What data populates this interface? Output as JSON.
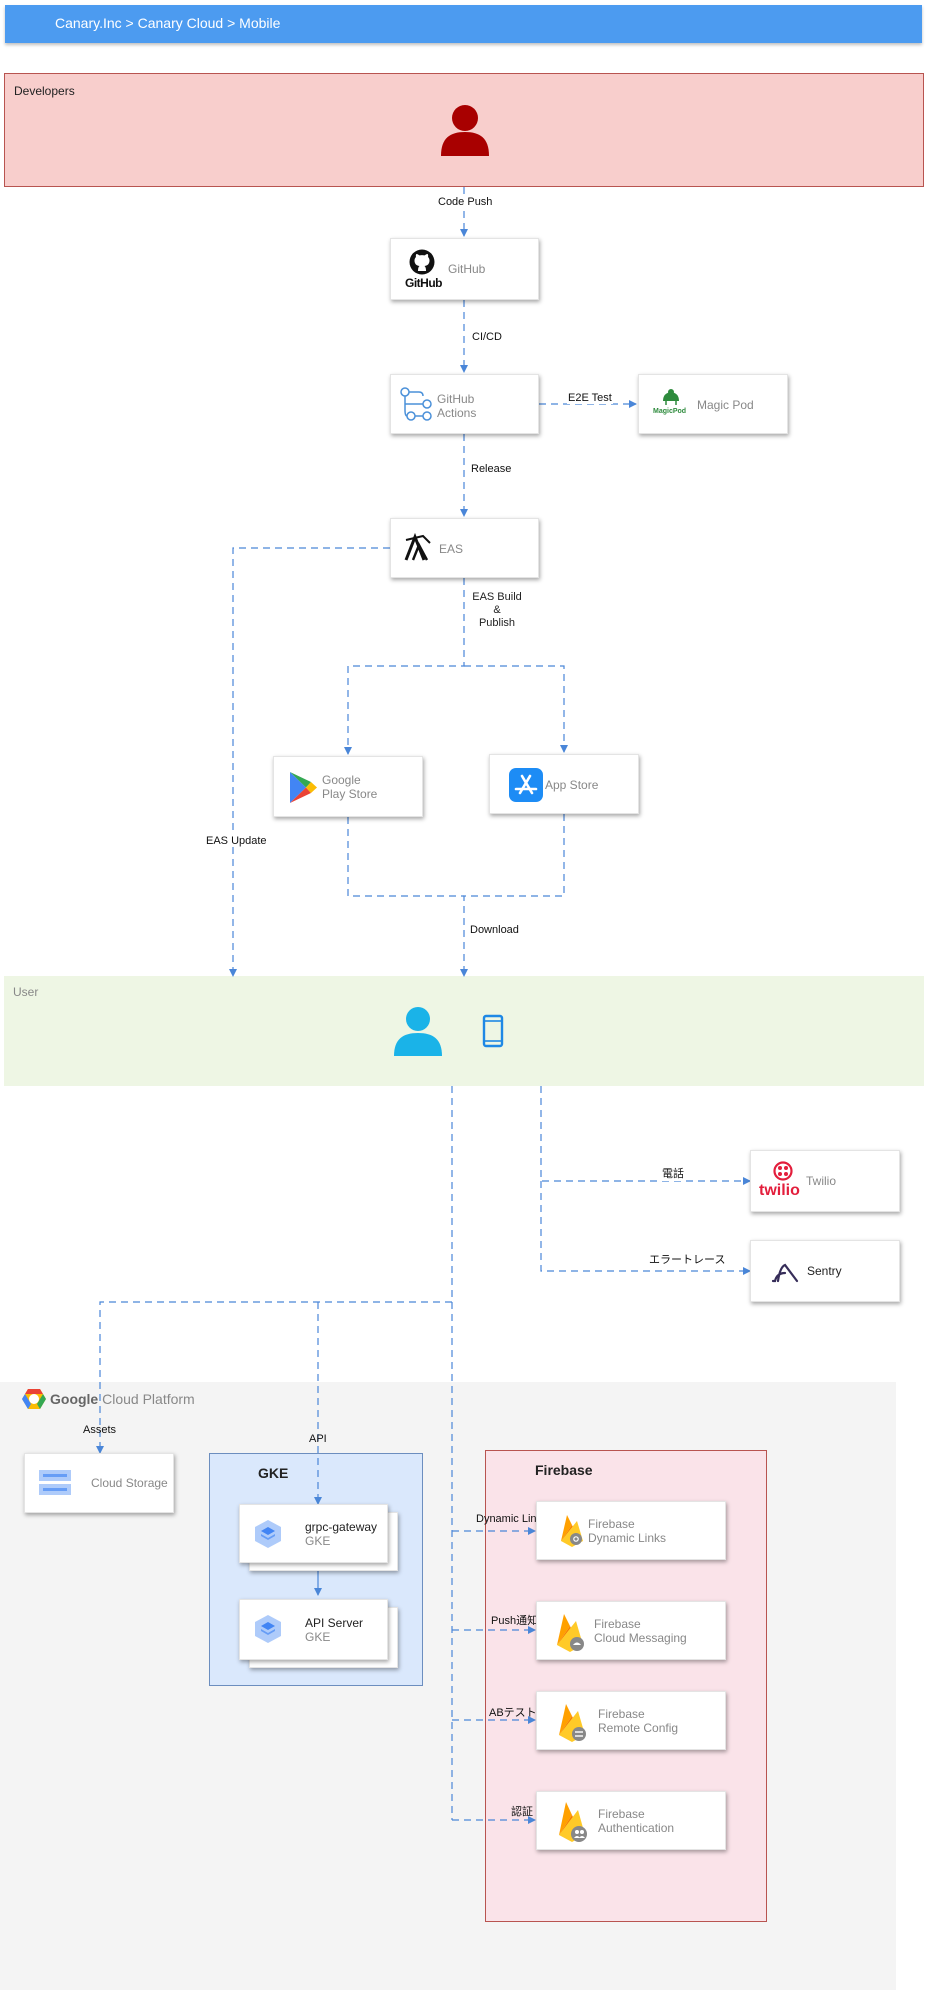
{
  "header": {
    "title": "Canary.Inc > Canary Cloud > Mobile"
  },
  "lanes": {
    "developers": "Developers",
    "user": "User"
  },
  "gcp": {
    "google": "Google",
    "platform": "Cloud Platform"
  },
  "nodes": {
    "github": "GitHub",
    "github_logo": "GitHub",
    "github_actions_1": "GitHub",
    "github_actions_2": "Actions",
    "magic_pod": "Magic Pod",
    "magic_pod_logo": "MagicPod",
    "eas": "EAS",
    "google_play_1": "Google",
    "google_play_2": "Play Store",
    "app_store": "App Store",
    "twilio": "Twilio",
    "twilio_logo": "twilio",
    "sentry": "Sentry",
    "cloud_storage": "Cloud Storage",
    "grpc_gateway": "grpc-gateway",
    "grpc_gateway_sub": "GKE",
    "api_server": "API Server",
    "api_server_sub": "GKE",
    "fb_dynamic_1": "Firebase",
    "fb_dynamic_2": "Dynamic Links",
    "fb_messaging_1": "Firebase",
    "fb_messaging_2": "Cloud Messaging",
    "fb_remote_1": "Firebase",
    "fb_remote_2": "Remote Config",
    "fb_auth_1": "Firebase",
    "fb_auth_2": "Authentication"
  },
  "groups": {
    "gke": "GKE",
    "firebase": "Firebase"
  },
  "edges": {
    "code_push": "Code Push",
    "cicd": "CI/CD",
    "e2e": "E2E Test",
    "release": "Release",
    "eas_build_1": "EAS Build",
    "eas_build_2": "&",
    "eas_build_3": "Publish",
    "eas_update": "EAS Update",
    "download": "Download",
    "phone": "電話",
    "error_trace": "エラートレース",
    "assets": "Assets",
    "api": "API",
    "dynamic_link": "Dynamic Link",
    "push": "Push通知",
    "ab_test": "ABテスト",
    "auth": "認証"
  },
  "colors": {
    "edge": "#4a86d8",
    "header": "#4c9bf0",
    "developer_icon": "#a80000",
    "user_icon": "#1ab3e8",
    "device_icon": "#1e88e5"
  }
}
